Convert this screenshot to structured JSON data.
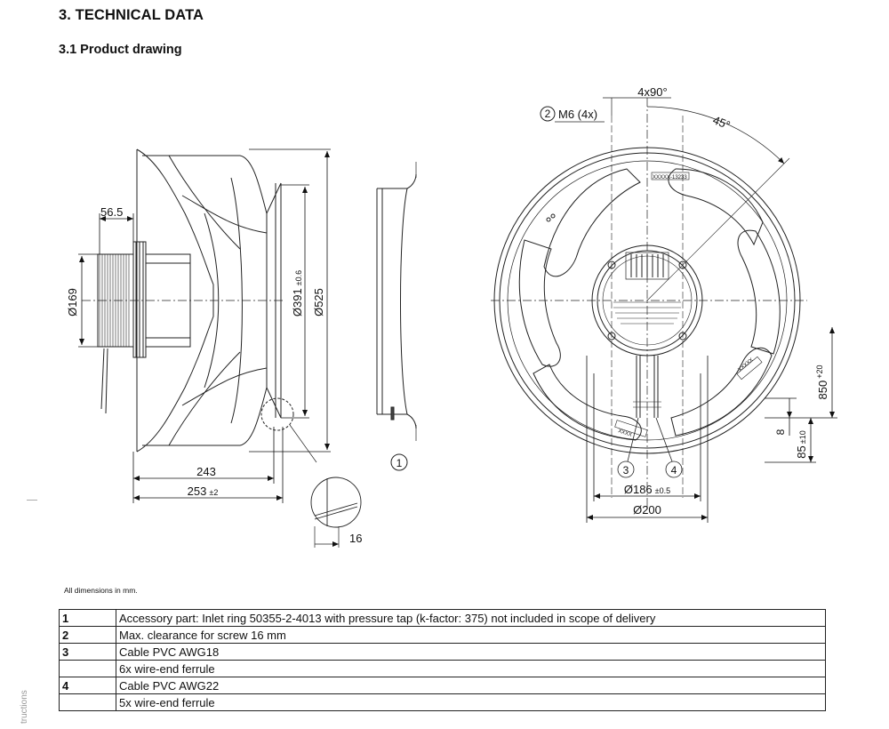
{
  "header": {
    "section_title": "3. TECHNICAL DATA",
    "subsection_title": "3.1 Product drawing"
  },
  "drawing": {
    "side_view": {
      "dim_56_5": "56.5",
      "dim_169": "Ø169",
      "dim_391": "Ø391",
      "dim_391_tol": "±0.6",
      "dim_525": "Ø525",
      "dim_243": "243",
      "dim_253": "253",
      "dim_253_tol": "±2",
      "dim_16": "16"
    },
    "front_view": {
      "angle_4x90": "4x90°",
      "angle_45": "45°",
      "screw_callout_num": "2",
      "screw_callout_text": "M6 (4x)",
      "dim_186": "Ø186",
      "dim_186_tol": "±0.5",
      "dim_200": "Ø200",
      "dim_850": "850",
      "dim_850_tol": "+20",
      "dim_8": "8",
      "dim_85": "85",
      "dim_85_tol": "±10",
      "callout_3": "3",
      "callout_4": "4",
      "label_code_top": "XXXXX-13233",
      "label_code_side": "XXXXX",
      "label_code_bottom": "XXXX"
    },
    "ring_view": {
      "callout_1": "1"
    }
  },
  "note": "All dimensions in mm.",
  "table": {
    "rows": [
      {
        "num": "1",
        "text": "Accessory part: Inlet ring 50355-2-4013 with pressure tap (k-factor: 375) not included in scope of delivery"
      },
      {
        "num": "2",
        "text": "Max. clearance for screw 16 mm"
      },
      {
        "num": "3",
        "text": "Cable PVC AWG18"
      },
      {
        "num": "",
        "text": "6x wire-end ferrule"
      },
      {
        "num": "4",
        "text": "Cable PVC AWG22"
      },
      {
        "num": "",
        "text": "5x wire-end ferrule"
      }
    ]
  },
  "side_text": "tructions"
}
